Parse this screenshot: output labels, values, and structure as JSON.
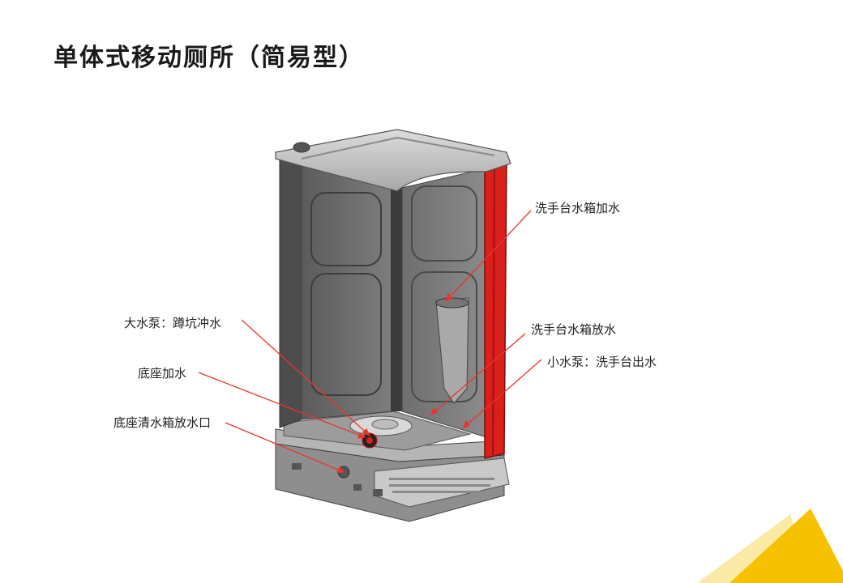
{
  "title": "单体式移动厕所（简易型）",
  "callouts": {
    "sink_tank_fill": "洗手台水箱加水",
    "big_pump": "大水泵：蹲坑冲水",
    "sink_tank_drain": "洗手台水箱放水",
    "small_pump": "小水泵：洗手台出水",
    "base_fill": "底座加水",
    "base_drain_port": "底座清水箱放水口"
  },
  "colors": {
    "callout_line": "#e8352b",
    "red_pipe": "#d9201b",
    "corner_yellow": "#f6c200",
    "corner_light": "#fbe9a6"
  }
}
